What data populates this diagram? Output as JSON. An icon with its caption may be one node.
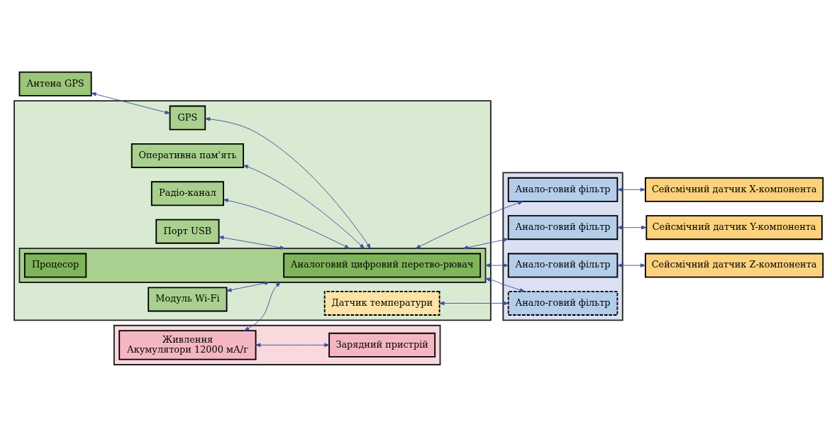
{
  "diagram": {
    "nodes": [
      {
        "text": [
          "Антена GPS"
        ]
      },
      {
        "text": [],
        "shape": "box"
      },
      {
        "text": [
          "Живлення",
          "Акумулятори 12000 мА/г"
        ],
        "in": 1
      },
      {
        "text": [
          "Зарядний пристрій"
        ],
        "in": 1
      },
      {
        "text": [],
        "shape": "box"
      },
      {
        "text": [
          "GPS"
        ],
        "in": 4
      },
      {
        "text": [
          "Оперативна пам'ять"
        ],
        "in": 4
      },
      {
        "text": [],
        "shape": "box",
        "in": 4
      },
      {
        "text": [
          "Процесор"
        ],
        "in": 7
      },
      {
        "text": [
          "Аналоговий цифровий перетво-рювач"
        ],
        "in": 7
      },
      {
        "text": [
          "Радіо-канал"
        ],
        "in": 4
      },
      {
        "text": [
          "Порт USB"
        ],
        "in": 4
      },
      {
        "text": [
          "Модуль Wi-Fi"
        ],
        "in": 4
      },
      {
        "text": [
          "Датчик температури"
        ],
        "in": 4
      },
      {
        "text": [],
        "shape": "box"
      },
      {
        "text": [
          "Анало-говий фільтр"
        ],
        "in": 14
      },
      {
        "text": [
          "Анало-говий фільтр"
        ],
        "in": 14
      },
      {
        "text": [
          "Анало-говий фільтр"
        ],
        "in": 14
      },
      {
        "text": [
          "Анало-говий фільтр"
        ],
        "in": 14
      },
      {
        "text": [
          "Сейсмічний датчик X-компонента"
        ]
      },
      {
        "text": [
          "Сейсмічний датчик Y-компонента"
        ]
      },
      {
        "text": [
          "Сейсмічний датчик Z-компонента"
        ]
      }
    ],
    "edges": [
      {
        "from": 0,
        "to": 5,
        "arrow": "both"
      },
      {
        "from": 5,
        "to": 7,
        "arrow": "both"
      },
      {
        "from": 6,
        "to": 7,
        "arrow": "both"
      },
      {
        "from": 2,
        "to": 7,
        "arrow": "both"
      },
      {
        "from": 2,
        "to": 3,
        "arrow": "both"
      },
      {
        "from": 10,
        "to": 7,
        "arrow": "both"
      },
      {
        "from": 11,
        "to": 7,
        "arrow": "both"
      },
      {
        "from": 12,
        "to": 7,
        "arrow": "both"
      },
      {
        "from": 7,
        "to": 15,
        "arrow": "both"
      },
      {
        "from": 7,
        "to": 16,
        "arrow": "both"
      },
      {
        "from": 7,
        "to": 17,
        "arrow": "both"
      },
      {
        "from": 7,
        "to": 18,
        "arrow": "both"
      },
      {
        "from": 13,
        "to": 18,
        "arrow": "both"
      },
      {
        "from": 15,
        "to": 19,
        "arrow": "both"
      },
      {
        "from": 16,
        "to": 20,
        "arrow": "both"
      },
      {
        "from": 17,
        "to": 21,
        "arrow": "both"
      }
    ]
  }
}
